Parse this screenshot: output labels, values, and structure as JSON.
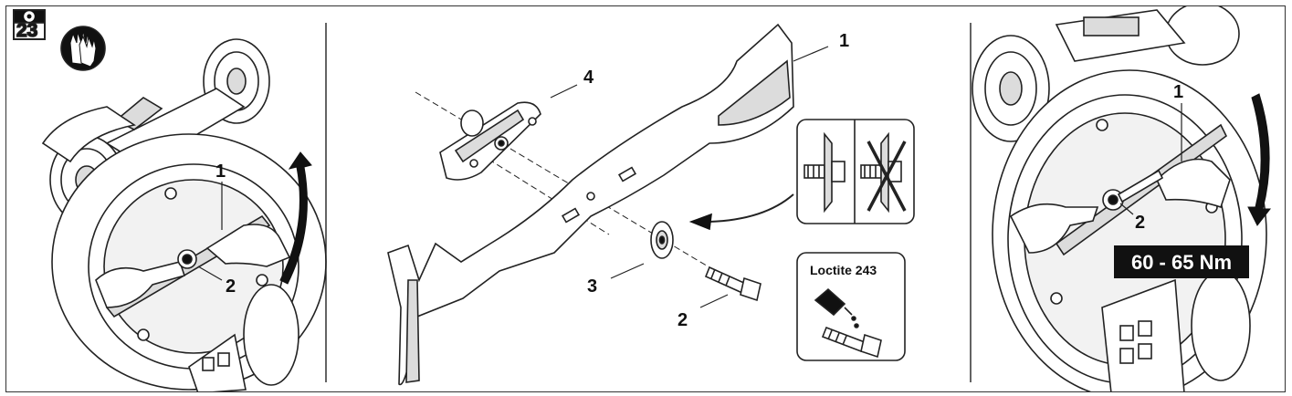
{
  "header": {
    "step_number": "23",
    "icons": [
      "camera-icon",
      "gloves-icon"
    ]
  },
  "left_panel": {
    "callouts": [
      "1",
      "2"
    ],
    "rotation_arrow_icon": "curved-arrow-up-icon"
  },
  "center_panel": {
    "callouts": [
      "1",
      "2",
      "3",
      "4"
    ],
    "inset_correct_incorrect_icon": "washer-orientation-icon",
    "adhesive_label": "Loctite 243"
  },
  "right_panel": {
    "callouts": [
      "1",
      "2"
    ],
    "torque_label": "60 - 65 Nm",
    "rotation_arrow_icon": "curved-arrow-down-icon"
  },
  "colors": {
    "line": "#222222",
    "fill_dark": "#111111",
    "fill_light": "#ffffff",
    "shade": "#dcdcdc"
  }
}
